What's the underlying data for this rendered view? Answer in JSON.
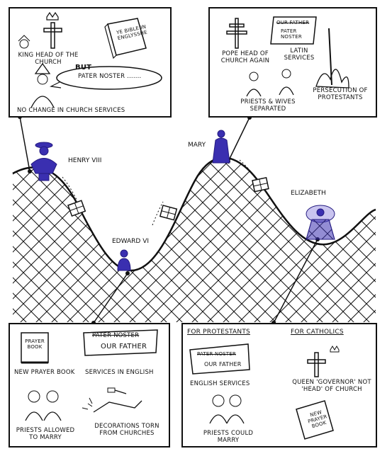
{
  "rulers": {
    "henry": "HENRY VIII",
    "edward": "EDWARD VI",
    "mary": "MARY",
    "elizabeth": "ELIZABETH"
  },
  "henry_panel": {
    "king_head": "KING HEAD OF THE CHURCH",
    "bible": "YE BIBLE IN ENGLYSSHE",
    "but": "BUT",
    "pater": "PATER NOSTER .......",
    "no_change": "NO CHANGE IN CHURCH SERVICES"
  },
  "mary_panel": {
    "book_struck": "OUR FATHER",
    "book_text": "PATER NOSTER",
    "pope_head": "POPE HEAD OF CHURCH AGAIN",
    "latin": "LATIN SERVICES",
    "persecution": "PERSECUTION OF PROTESTANTS",
    "priests": "PRIESTS & WIVES SEPARATED"
  },
  "edward_panel": {
    "prayer_book_cover": "PRAYER BOOK",
    "new_prayer_book": "NEW PRAYER BOOK",
    "sign_struck": "PATER NOSTER",
    "sign_text": "OUR FATHER",
    "services_english": "SERVICES IN ENGLISH",
    "priests_marry": "PRIESTS ALLOWED TO MARRY",
    "decorations": "DECORATIONS TORN FROM CHURCHES"
  },
  "elizabeth_panel": {
    "protestants": "FOR PROTESTANTS",
    "catholics": "FOR CATHOLICS",
    "sign_struck": "PATER NOSTER",
    "sign_text": "OUR FATHER",
    "english_services": "ENGLISH SERVICES",
    "queen_governor": "QUEEN 'GOVERNOR' NOT 'HEAD' OF CHURCH",
    "priests_marry": "PRIESTS COULD MARRY",
    "new_prayer_book": "NEW PRAYER BOOK"
  },
  "colors": {
    "ink": "#111111",
    "royal": "#3a2fb0"
  }
}
